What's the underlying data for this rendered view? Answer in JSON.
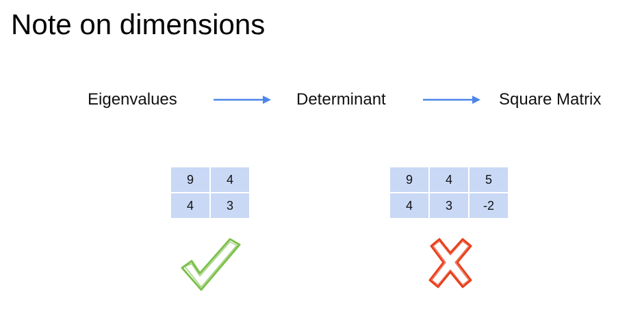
{
  "title": "Note on dimensions",
  "flow": {
    "steps": [
      "Eigenvalues",
      "Determinant",
      "Square Matrix"
    ],
    "arrow_color": "#4a86e8"
  },
  "matrices": [
    {
      "rows": [
        [
          "9",
          "4"
        ],
        [
          "4",
          "3"
        ]
      ],
      "verdict": "valid",
      "mark_icon": "check-icon",
      "mark_color": "#7cc04b"
    },
    {
      "rows": [
        [
          "9",
          "4",
          "5"
        ],
        [
          "4",
          "3",
          "-2"
        ]
      ],
      "verdict": "invalid",
      "mark_icon": "cross-icon",
      "mark_color": "#e8401e"
    }
  ],
  "colors": {
    "cell_fill": "#c9d8f5"
  }
}
